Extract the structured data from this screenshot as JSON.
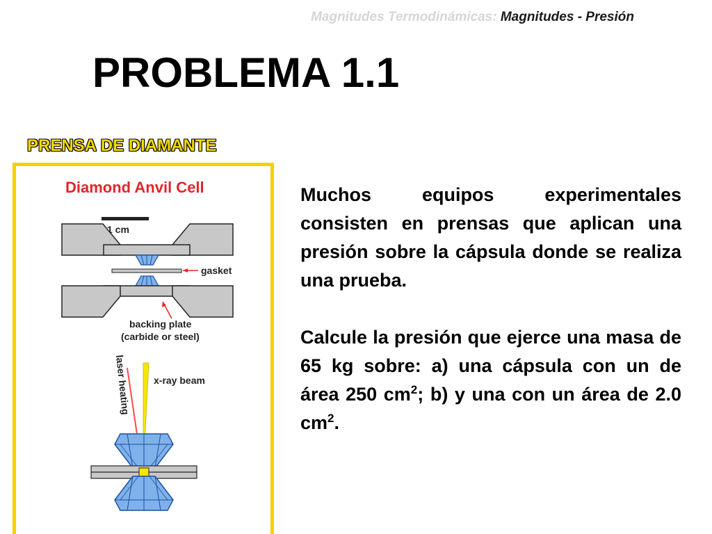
{
  "header": {
    "section": "Magnitudes Termodinámicas:",
    "topic": "Magnitudes - Presión"
  },
  "title": "PROBLEMA 1.1",
  "subtitle": "PRENSA DE DIAMANTE",
  "figure": {
    "title": "Diamond Anvil Cell",
    "scale_label": "1 cm",
    "gasket_label": "gasket",
    "backing_label_1": "backing plate",
    "backing_label_2": "(carbide or steel)",
    "laser_label": "laser heating",
    "xray_label": "x-ray beam",
    "colors": {
      "title_red": "#e0262b",
      "anvil_gray": "#c8c8c8",
      "diamond_blue": "#7fb2ea",
      "beam_yellow": "#f5e600",
      "laser_red": "#ff4b4b",
      "frame_yellow": "#f5d000"
    }
  },
  "paragraph1": "Muchos equipos experimentales consisten en prensas que aplican una presión sobre la cápsula donde se realiza una prueba.",
  "paragraph2": {
    "part1": "Calcule la presión que ejerce una masa de 65 kg sobre: a) una cápsula con un de área 250 cm",
    "sup1": "2",
    "part2": "; b) y una con un área de 2.0 cm",
    "sup2": "2",
    "part3": "."
  }
}
